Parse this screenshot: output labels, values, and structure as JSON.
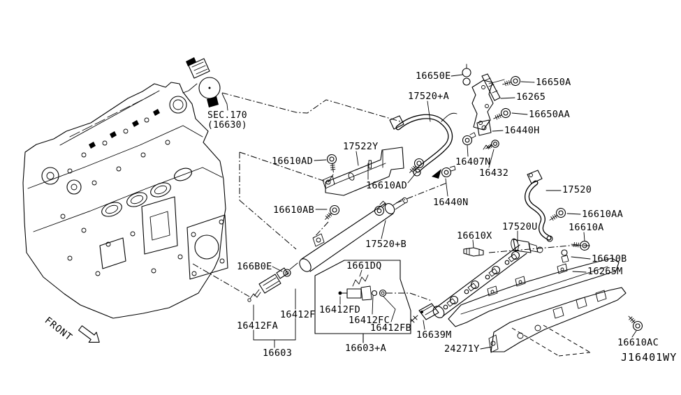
{
  "diagram": {
    "code": "J16401WY",
    "front_indicator": "FRONT",
    "section_callout": {
      "line1": "SEC.170",
      "line2": "(16630)"
    }
  },
  "part_labels": [
    {
      "text": "16650E"
    },
    {
      "text": "16650A"
    },
    {
      "text": "17520+A"
    },
    {
      "text": "16265"
    },
    {
      "text": "16650AA"
    },
    {
      "text": "16440H"
    },
    {
      "text": "17522Y"
    },
    {
      "text": "16610AD"
    },
    {
      "text": "16407N"
    },
    {
      "text": "16432"
    },
    {
      "text": "16610AD"
    },
    {
      "text": "16610AB"
    },
    {
      "text": "16440N"
    },
    {
      "text": "17520"
    },
    {
      "text": "16610AA"
    },
    {
      "text": "17520U"
    },
    {
      "text": "16610A"
    },
    {
      "text": "16610X"
    },
    {
      "text": "17520+B"
    },
    {
      "text": "16610B"
    },
    {
      "text": "16265M"
    },
    {
      "text": "166B0E"
    },
    {
      "text": "1661DQ"
    },
    {
      "text": "16412FD"
    },
    {
      "text": "16412FC"
    },
    {
      "text": "16412FB"
    },
    {
      "text": "16412F"
    },
    {
      "text": "16412FA"
    },
    {
      "text": "16603"
    },
    {
      "text": "16603+A"
    },
    {
      "text": "16639M"
    },
    {
      "text": "24271Y"
    },
    {
      "text": "16610AC"
    }
  ]
}
